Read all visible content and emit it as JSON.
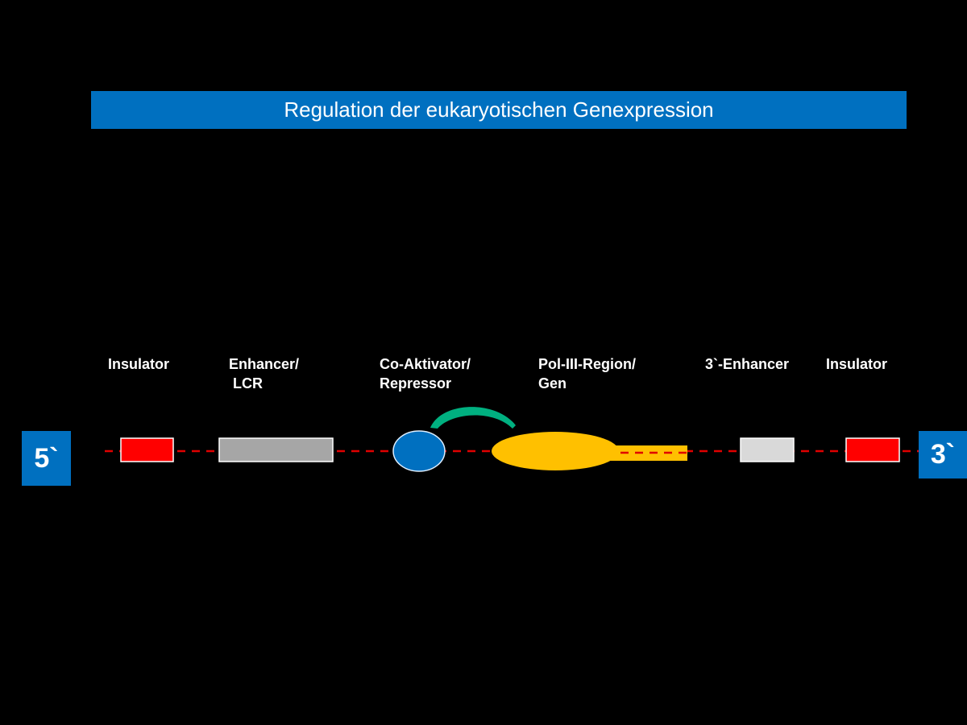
{
  "title": "Regulation der eukaryotischen Genexpression",
  "labels": {
    "insulator_left": "Insulator",
    "enhancer_lcr": "Enhancer/\n LCR",
    "coactivator": "Co-Aktivator/\nRepressor",
    "pol3": "Pol-III-Region/\nGen",
    "enhancer3": "3`-Enhancer",
    "insulator_right": "Insulator"
  },
  "ends": {
    "five": "5`",
    "three": "3`"
  },
  "colors": {
    "accent": "#0070c0",
    "insulator": "#ff0000",
    "enhancer": "#a6a6a6",
    "enhancer3": "#d9d9d9",
    "coactivator": "#0070c0",
    "pol3": "#ffc000",
    "arrow": "#00b080",
    "dna": "#e00000"
  }
}
